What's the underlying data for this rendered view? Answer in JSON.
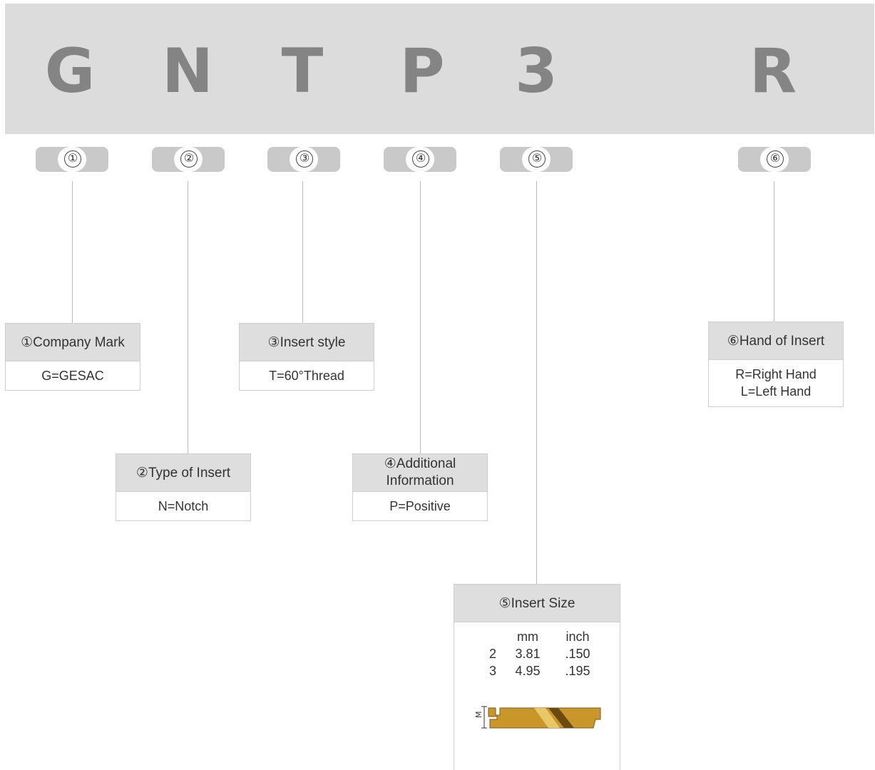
{
  "code_letters": [
    "G",
    "N",
    "T",
    "P",
    "3",
    "R"
  ],
  "markers": [
    "①",
    "②",
    "③",
    "④",
    "⑤",
    "⑥"
  ],
  "boxes": {
    "company": {
      "title": "①Company Mark",
      "lines": [
        "G=GESAC"
      ]
    },
    "type": {
      "title": "②Type of Insert",
      "lines": [
        "N=Notch"
      ]
    },
    "style": {
      "title": "③Insert style",
      "lines": [
        "T=60°Thread"
      ]
    },
    "additional": {
      "title_line1": "④Additional",
      "title_line2": "Information",
      "lines": [
        "P=Positive"
      ]
    },
    "size": {
      "title": "⑤Insert Size",
      "columns": [
        "",
        "mm",
        "inch"
      ],
      "rows": [
        [
          "2",
          "3.81",
          ".150"
        ],
        [
          "3",
          "4.95",
          ".195"
        ]
      ],
      "figure_label": "M"
    },
    "hand": {
      "title": "⑥Hand of Insert",
      "lines": [
        "R=Right Hand",
        "L=Left Hand"
      ]
    }
  },
  "colors": {
    "banner": "#dcdcdc",
    "letters": "#848484",
    "pill": "#c9c9c9",
    "insert_gold": "#c9962a"
  }
}
